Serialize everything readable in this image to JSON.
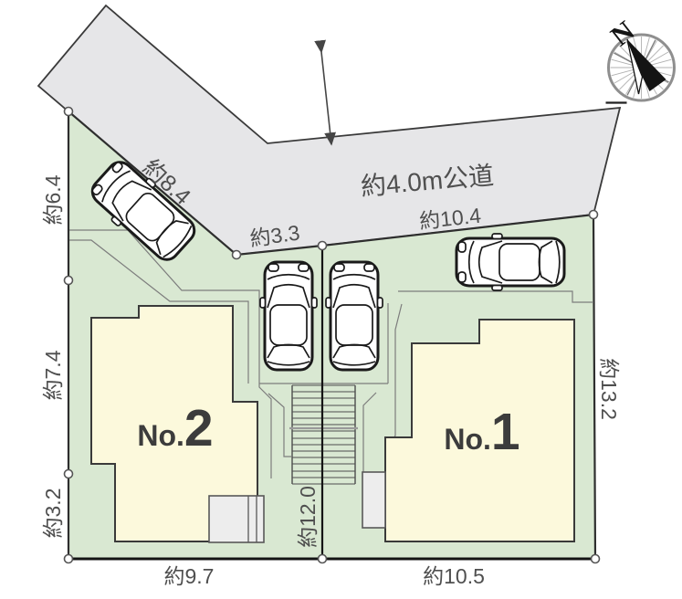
{
  "road": {
    "label": "約4.0m公道"
  },
  "dimensions": {
    "road_edge_diag": "約8.4",
    "road_edge_short": "約3.3",
    "road_edge_long": "約10.4",
    "left_upper": "約6.4",
    "left_middle": "約7.4",
    "left_lower": "約3.2",
    "bottom_left": "約9.7",
    "bottom_right": "約10.5",
    "center": "約12.0",
    "right": "約13.2"
  },
  "lots": [
    {
      "prefix": "No.",
      "number": "2"
    },
    {
      "prefix": "No.",
      "number": "1"
    }
  ],
  "compass": {
    "north_label": "N"
  },
  "icons": [
    {
      "name": "car-icon",
      "count": 4
    },
    {
      "name": "compass-rose-icon",
      "count": 1
    },
    {
      "name": "boundary-marker-icon",
      "count": 9
    }
  ],
  "colors": {
    "plot_green": "#d9e8d2",
    "road_gray": "#e6e6e8",
    "house_cream": "#fcf9dc",
    "porch_gray": "#ededed",
    "guide_gray": "#7d7d7d",
    "dim_text": "#4f4f4f"
  }
}
